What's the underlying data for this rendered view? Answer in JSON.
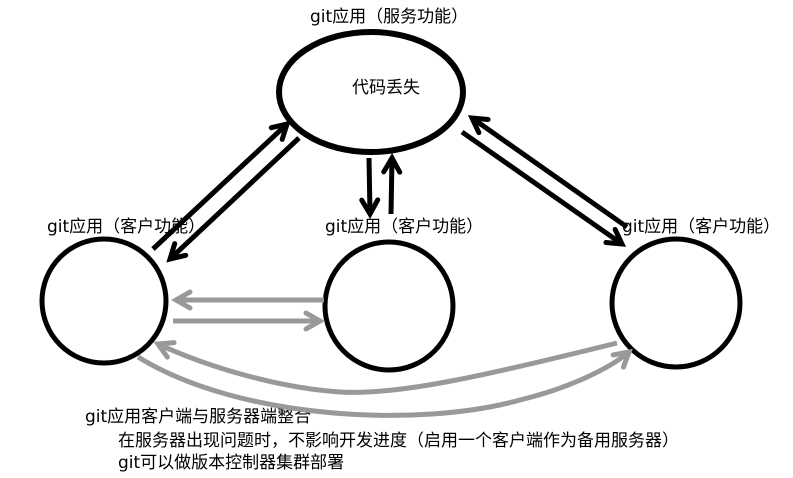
{
  "diagram": {
    "server_node": {
      "title": "git应用（服务功能）",
      "label": "代码丢失"
    },
    "client_nodes": {
      "left": {
        "label": "git应用（客户功能）"
      },
      "middle": {
        "label": "git应用（客户功能）"
      },
      "right": {
        "label": "git应用（客户功能）"
      }
    },
    "notes": {
      "line1": "git应用客户端与服务器端整合",
      "line2": "在服务器出现问题时，不影响开发进度（启用一个客户端作为备用服务器）",
      "line3": "git可以做版本控制器集群部署"
    },
    "colors": {
      "node_stroke": "#000000",
      "client_sync_arrows": "#999999",
      "background": "#ffffff"
    }
  }
}
